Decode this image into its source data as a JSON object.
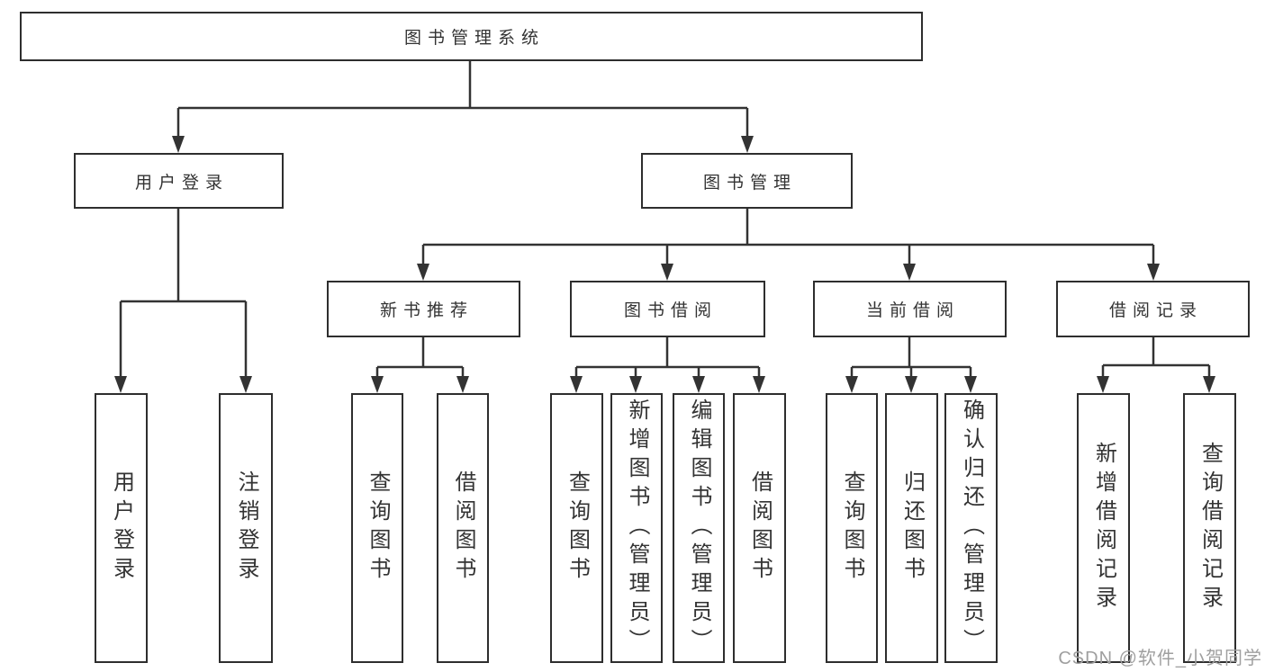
{
  "diagram": {
    "root": {
      "label": "图书管理系统"
    },
    "branches": [
      {
        "label": "用户登录",
        "children": [
          {
            "label": "用户登录"
          },
          {
            "label": "注销登录"
          }
        ]
      },
      {
        "label": "图书管理",
        "children": [
          {
            "label": "新书推荐",
            "children": [
              {
                "label": "查询图书"
              },
              {
                "label": "借阅图书"
              }
            ]
          },
          {
            "label": "图书借阅",
            "children": [
              {
                "label": "查询图书"
              },
              {
                "label": "新增图书（管理员）"
              },
              {
                "label": "编辑图书（管理员）"
              },
              {
                "label": "借阅图书"
              }
            ]
          },
          {
            "label": "当前借阅",
            "children": [
              {
                "label": "查询图书"
              },
              {
                "label": "归还图书"
              },
              {
                "label": "确认归还（管理员）"
              }
            ]
          },
          {
            "label": "借阅记录",
            "children": [
              {
                "label": "新增借阅记录"
              },
              {
                "label": "查询借阅记录"
              }
            ]
          }
        ]
      }
    ]
  },
  "watermark": {
    "text": "CSDN @软件_小贺同学"
  },
  "colors": {
    "line": "#333333",
    "box_border": "#2e2e2e",
    "text": "#333333",
    "watermark_gray": "#9f9f9f",
    "background": "#ffffff"
  }
}
